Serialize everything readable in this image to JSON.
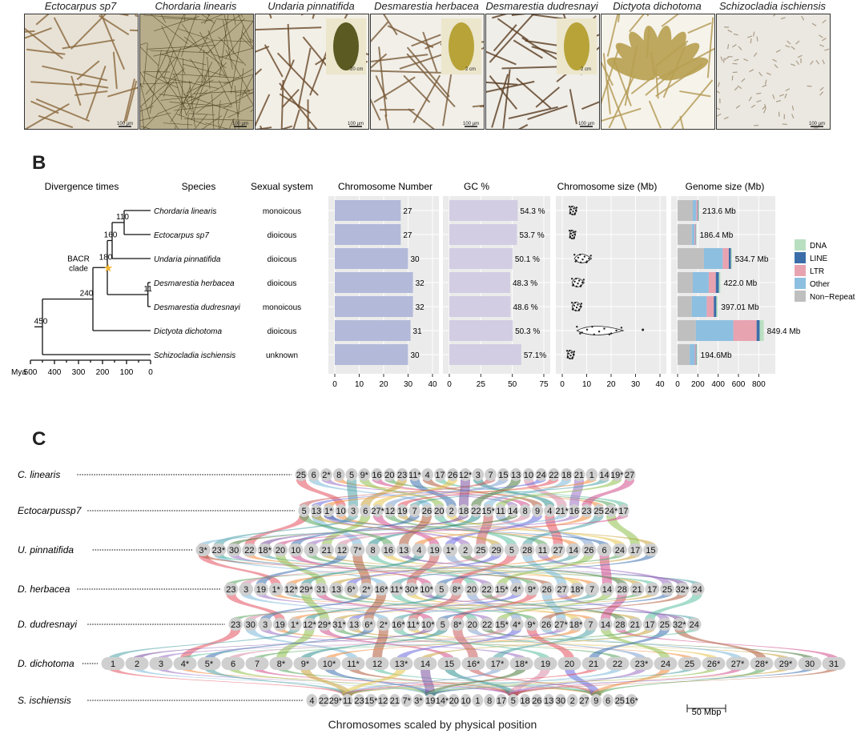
{
  "panelA": {
    "photos": [
      {
        "title": "Ectocarpus sp7",
        "scale": "100 µm",
        "bg": "#e8e2d6",
        "fg": "#8b6a3e"
      },
      {
        "title": "Chordaria linearis",
        "scale": "100 µm",
        "bg": "#b7ad8a",
        "fg": "#4f4224"
      },
      {
        "title": "Undaria pinnatifida",
        "scale": "100 µm",
        "inset": "20 cm",
        "bg": "#f2efe7",
        "fg": "#6b4a2a"
      },
      {
        "title": "Desmarestia herbacea",
        "scale": "100 µm",
        "inset": "2 cm",
        "bg": "#f2efe9",
        "fg": "#7a5c3a"
      },
      {
        "title": "Desmarestia dudresnayi",
        "scale": "100 µm",
        "inset": "2 cm",
        "bg": "#f0eee9",
        "fg": "#5a3d22"
      },
      {
        "title": "Dictyota dichotoma",
        "scale": "",
        "bg": "#f6f3ea",
        "fg": "#b39a55"
      },
      {
        "title": "Schizocladia ischiensis",
        "scale": "100 µm",
        "bg": "#ebe8e1",
        "fg": "#9a8a72"
      }
    ]
  },
  "panelB": {
    "letter": "B",
    "headers": {
      "divergence": "Divergence times",
      "species": "Species",
      "sexual": "Sexual system",
      "chrom": "Chromosome Number",
      "gc": "GC %",
      "chromsize": "Chromosome size (Mb)",
      "genome": "Genome size (Mb)"
    },
    "tree": {
      "nodes": [
        "110",
        "160",
        "180",
        "11",
        "240",
        "450"
      ],
      "bacr": "BACR",
      "clade": "clade",
      "axis_label": "Mya",
      "axis_ticks": [
        "500",
        "400",
        "300",
        "200",
        "100",
        "0"
      ]
    },
    "species": [
      {
        "name": "Chordaria linearis",
        "sexual": "monoicous",
        "chrom": 27,
        "gc": 54.3,
        "gc_label": "54.3 %",
        "genome": 213.6,
        "genome_label": "213.6 Mb",
        "nonrep": 150,
        "dna": 8,
        "line": 5,
        "ltr": 15,
        "other": 35
      },
      {
        "name": "Ectocarpus sp7",
        "sexual": "dioicous",
        "chrom": 27,
        "gc": 53.7,
        "gc_label": "53.7 %",
        "genome": 186.4,
        "genome_label": "186.4 Mb",
        "nonrep": 140,
        "dna": 6,
        "line": 4,
        "ltr": 10,
        "other": 26
      },
      {
        "name": "Undaria pinnatifida",
        "sexual": "dioicous",
        "chrom": 30,
        "gc": 50.1,
        "gc_label": "50.1 %",
        "genome": 534.7,
        "genome_label": "534.7 Mb",
        "nonrep": 260,
        "dna": 10,
        "line": 20,
        "ltr": 60,
        "other": 185
      },
      {
        "name": "Desmarestia herbacea",
        "sexual": "dioicous",
        "chrom": 32,
        "gc": 48.3,
        "gc_label": "48.3 %",
        "genome": 422.0,
        "genome_label": "422.0 Mb",
        "nonrep": 150,
        "dna": 15,
        "line": 30,
        "ltr": 70,
        "other": 157
      },
      {
        "name": "Desmarestia dudresnayi",
        "sexual": "monoicous",
        "chrom": 32,
        "gc": 48.6,
        "gc_label": "48.6 %",
        "genome": 397.01,
        "genome_label": "397.01 Mb",
        "nonrep": 140,
        "dna": 15,
        "line": 25,
        "ltr": 70,
        "other": 147
      },
      {
        "name": "Dictyota dichotoma",
        "sexual": "dioicous",
        "chrom": 31,
        "gc": 50.3,
        "gc_label": "50.3 %",
        "genome": 849.4,
        "genome_label": "849.4 Mb",
        "nonrep": 180,
        "dna": 40,
        "line": 30,
        "ltr": 230,
        "other": 369
      },
      {
        "name": "Schizocladia ischiensis",
        "sexual": "unknown",
        "chrom": 30,
        "gc": 57.1,
        "gc_label": "57.1%",
        "genome": 194.6,
        "genome_label": "194.6Mb",
        "nonrep": 120,
        "dna": 10,
        "line": 5,
        "ltr": 10,
        "other": 50
      }
    ],
    "chrom_axis": {
      "max": 40,
      "ticks": [
        "0",
        "10",
        "20",
        "30",
        "40"
      ]
    },
    "gc_axis": {
      "max": 75,
      "ticks": [
        "0",
        "25",
        "50",
        "75"
      ]
    },
    "chromsize_axis": {
      "max": 40,
      "ticks": [
        "0",
        "10",
        "20",
        "30",
        "40"
      ]
    },
    "genome_axis": {
      "max": 900,
      "ticks": [
        "0",
        "200",
        "400",
        "600",
        "800"
      ]
    },
    "legend": [
      {
        "label": "DNA",
        "color": "#b9dfc1"
      },
      {
        "label": "LINE",
        "color": "#3b6ea8"
      },
      {
        "label": "LTR",
        "color": "#e8a3b1"
      },
      {
        "label": "Other",
        "color": "#8dbfe0"
      },
      {
        "label": "Non−Repeat",
        "color": "#bfbfbf"
      }
    ],
    "colors": {
      "chrom_bar": "#b3b9d9",
      "gc_bar": "#d3cde3",
      "panel_bg": "#ebebeb"
    }
  },
  "panelC": {
    "letter": "C",
    "caption": "Chromosomes scaled by physical position",
    "scale": "50 Mbp",
    "tracks": [
      {
        "name": "C. linearis",
        "labels": [
          "25",
          "6",
          "2*",
          "8",
          "5",
          "9*",
          "16",
          "20",
          "23",
          "11*",
          "4",
          "17",
          "26",
          "12*",
          "3",
          "7",
          "15",
          "13",
          "10",
          "24",
          "22",
          "18",
          "21",
          "1",
          "14",
          "19*",
          "27"
        ]
      },
      {
        "name": "Ectocarpussp7",
        "labels": [
          "5",
          "13",
          "1*",
          "10",
          "3",
          "6",
          "27*",
          "12",
          "19",
          "7",
          "26",
          "20",
          "2",
          "18",
          "22",
          "15*",
          "11",
          "14",
          "8",
          "9",
          "4",
          "21*",
          "16",
          "23",
          "25",
          "24*",
          "17"
        ]
      },
      {
        "name": "U. pinnatifida",
        "labels": [
          "3*",
          "23*",
          "30",
          "22",
          "18*",
          "20",
          "10",
          "9",
          "21",
          "12",
          "7*",
          "8",
          "16",
          "13",
          "4",
          "19",
          "1*",
          "2",
          "25",
          "29",
          "5",
          "28",
          "11",
          "27",
          "14",
          "26",
          "6",
          "24",
          "17",
          "15"
        ]
      },
      {
        "name": "D. herbacea",
        "labels": [
          "23",
          "3",
          "19",
          "1*",
          "12*",
          "29*",
          "31",
          "13",
          "6*",
          "2*",
          "16*",
          "11*",
          "30*",
          "10*",
          "5",
          "8*",
          "20",
          "22",
          "15*",
          "4*",
          "9*",
          "26",
          "27",
          "18*",
          "7",
          "14",
          "28",
          "21",
          "17",
          "25",
          "32*",
          "24"
        ]
      },
      {
        "name": "D. dudresnayi",
        "labels": [
          "23",
          "30",
          "3",
          "19",
          "1*",
          "12*",
          "29*",
          "31*",
          "13",
          "6*",
          "2*",
          "16*",
          "11*",
          "10*",
          "5",
          "8*",
          "20",
          "22",
          "15*",
          "4*",
          "9*",
          "26",
          "27*",
          "18*",
          "7",
          "14",
          "28",
          "21",
          "17",
          "25",
          "32*",
          "24"
        ]
      },
      {
        "name": "D. dichotoma",
        "labels": [
          "1",
          "2",
          "3",
          "4*",
          "5*",
          "6",
          "7",
          "8*",
          "9*",
          "10*",
          "11*",
          "12",
          "13*",
          "14",
          "15",
          "16*",
          "17*",
          "18*",
          "19",
          "20",
          "21",
          "22",
          "23*",
          "24",
          "25",
          "26*",
          "27*",
          "28*",
          "29*",
          "30",
          "31"
        ]
      },
      {
        "name": "S. ischiensis",
        "labels": [
          "4",
          "22",
          "29*",
          "11",
          "23",
          "15*",
          "12",
          "21",
          "7*",
          "3*",
          "19",
          "14*",
          "20",
          "10",
          "1",
          "8",
          "17",
          "5",
          "18",
          "26",
          "13",
          "30",
          "2",
          "27",
          "9",
          "6",
          "25",
          "16*"
        ]
      }
    ]
  }
}
